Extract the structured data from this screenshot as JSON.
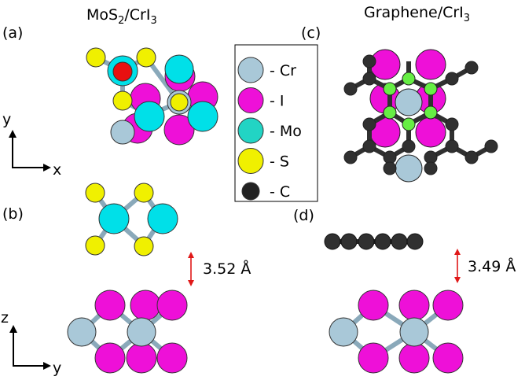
{
  "titles": {
    "left_main": "MoS",
    "left_sub": "2",
    "left_rest": "/CrI",
    "left_sub2": "3",
    "right_main": "Graphene/CrI",
    "right_sub": "3"
  },
  "panel_labels": {
    "a": "(a)",
    "b": "(b)",
    "c": "(c)",
    "d": "(d)"
  },
  "axes": {
    "top_y": "y",
    "top_x": "x",
    "bottom_z": "z",
    "bottom_y": "y"
  },
  "legend": [
    {
      "symbol": "Cr",
      "label": "- Cr",
      "color": "#a9c8d8"
    },
    {
      "symbol": "I",
      "label": "- I",
      "color": "#ee10d8"
    },
    {
      "symbol": "Mo",
      "label": "- Mo",
      "color": "#22d4c4"
    },
    {
      "symbol": "S",
      "label": "- S",
      "color": "#f0f000"
    },
    {
      "symbol": "C",
      "label": "- C",
      "color": "#222222"
    }
  ],
  "distances": {
    "mos2": "3.52 Å",
    "graphene": "3.49 Å"
  },
  "colors": {
    "cr": "#a9c8d8",
    "i": "#ee10d8",
    "mo": "#00e0e8",
    "s": "#f0f000",
    "c": "#303030",
    "highlight": "#e81010",
    "green": "#66ee44",
    "arrow": "#e01818"
  }
}
